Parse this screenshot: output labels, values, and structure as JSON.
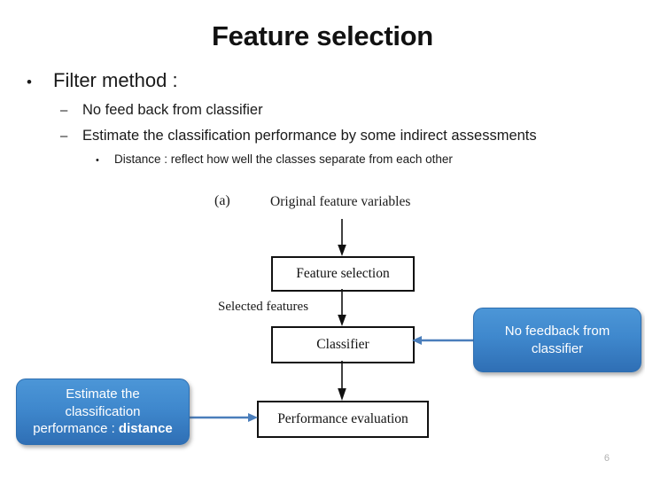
{
  "slide": {
    "title": "Feature selection",
    "page_number": "6"
  },
  "bullets": {
    "level1": {
      "marker": "•",
      "text": "Filter method :"
    },
    "level2": [
      {
        "marker": "–",
        "text": "No feed back from classifier"
      },
      {
        "marker": "–",
        "text": "Estimate the classification performance by some indirect assessments"
      }
    ],
    "level3": [
      {
        "marker": "•",
        "text": "Distance : reflect how well the classes separate from each other"
      }
    ]
  },
  "figure": {
    "panel_label": "(a)",
    "input_label": "Original feature variables",
    "intermediate_label": "Selected features",
    "boxes": [
      {
        "id": "feature-selection",
        "text": "Feature selection"
      },
      {
        "id": "classifier",
        "text": "Classifier"
      },
      {
        "id": "performance-evaluation",
        "text": "Performance evaluation"
      }
    ],
    "arrow_color": "#111111"
  },
  "callouts": [
    {
      "id": "no-feedback",
      "line1": "No feedback from",
      "line2": "classifier",
      "target": "classifier",
      "direction": "left"
    },
    {
      "id": "estimate",
      "line1": "Estimate the",
      "line2": "classification",
      "line3_prefix": "performance : ",
      "line3_bold": "distance",
      "target": "performance-evaluation",
      "direction": "right"
    }
  ],
  "colors": {
    "callout_fill_top": "#4c96d7",
    "callout_fill_bottom": "#2f6fb5",
    "connector_blue": "#4a7ebb",
    "page_number": "#b0b0b0",
    "background": "#ffffff"
  }
}
